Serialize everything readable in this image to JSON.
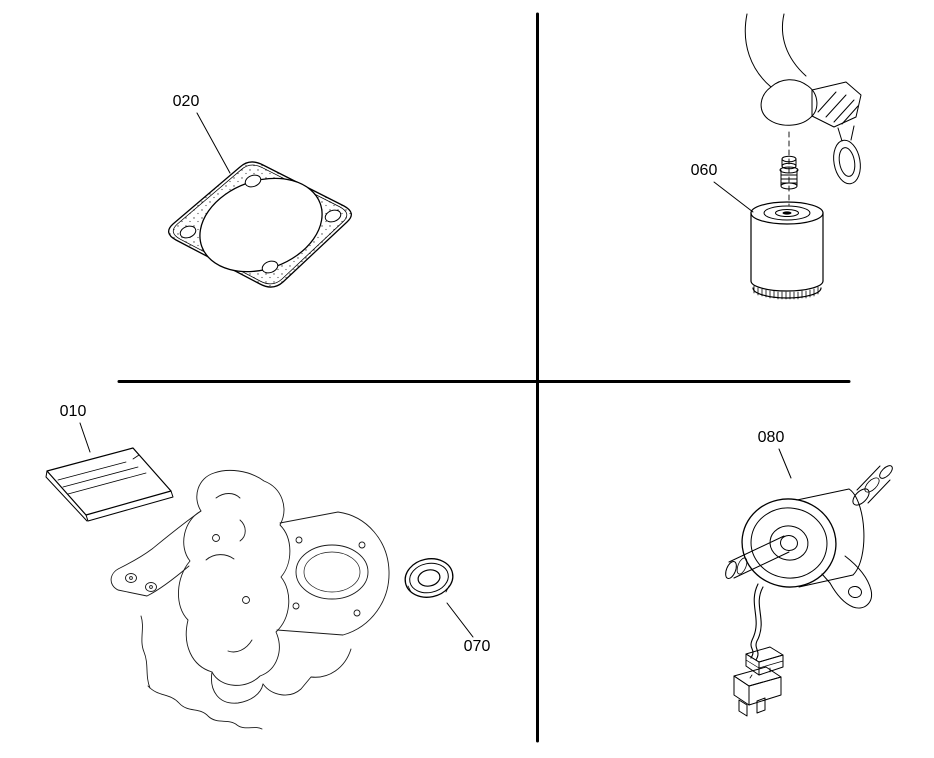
{
  "figure": {
    "background_color": "#ffffff",
    "line_color": "#000000",
    "labels": {
      "part_010": "010",
      "part_020": "020",
      "part_060": "060",
      "part_070": "070",
      "part_080": "080"
    }
  }
}
